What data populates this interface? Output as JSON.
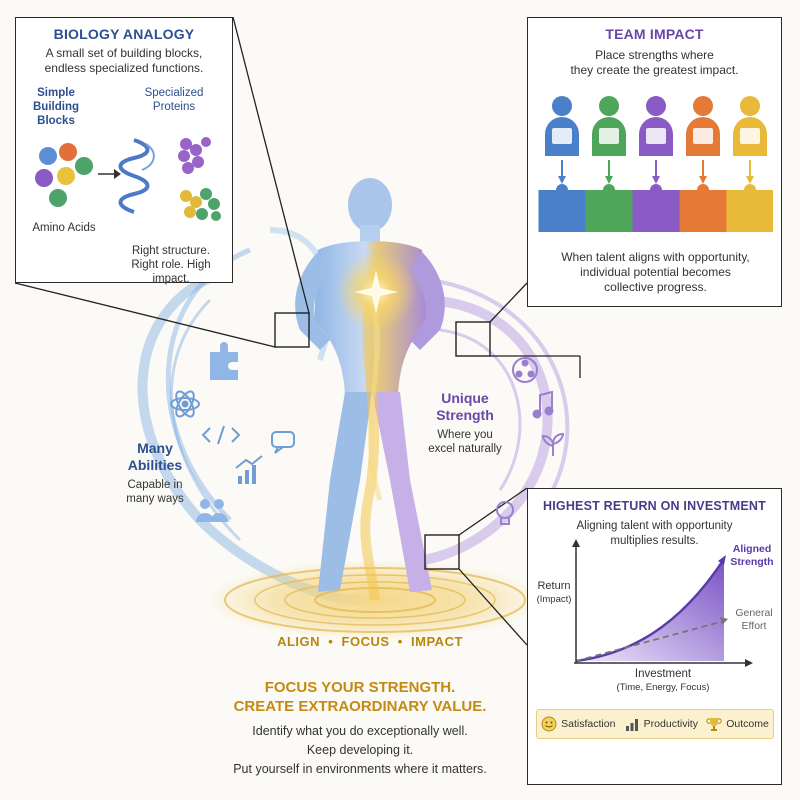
{
  "biology": {
    "title": "BIOLOGY ANALOGY",
    "subtitle_lines": [
      "A small set of building blocks,",
      "endless specialized functions."
    ],
    "left_label_lines": [
      "Simple",
      "Building",
      "Blocks"
    ],
    "right_label_lines": [
      "Specialized",
      "Proteins"
    ],
    "amino_label": "Amino Acids",
    "footer_lines": [
      "Right structure.",
      "Right role. High impact."
    ],
    "colors": [
      "#5b8fd6",
      "#e2703a",
      "#8a5bc4",
      "#e7c23a",
      "#4ea36b",
      "#4ea36b"
    ]
  },
  "team": {
    "title": "TEAM IMPACT",
    "subtitle_lines": [
      "Place strengths where",
      "they create the greatest impact."
    ],
    "members": [
      {
        "color": "#4a7fc9",
        "icon": "code-icon"
      },
      {
        "color": "#4ea65a",
        "icon": "plant-icon"
      },
      {
        "color": "#8a5bc4",
        "icon": "palette-icon"
      },
      {
        "color": "#e47a35",
        "icon": "chart-icon"
      },
      {
        "color": "#e9b93a",
        "icon": "people-icon"
      }
    ],
    "footer_lines": [
      "When talent aligns with opportunity,",
      "individual potential becomes",
      "collective progress."
    ]
  },
  "center": {
    "unique_title_lines": [
      "Unique",
      "Strength"
    ],
    "unique_desc_lines": [
      "Where you",
      "excel naturally"
    ],
    "many_title_lines": [
      "Many",
      "Abilities"
    ],
    "many_desc_lines": [
      "Capable in",
      "many ways"
    ],
    "align_text": "ALIGN  •  FOCUS  •  IMPACT",
    "headline_lines": [
      "FOCUS YOUR STRENGTH.",
      "CREATE EXTRAORDINARY VALUE."
    ],
    "body_lines": [
      "Identify what you do exceptionally well.",
      "Keep developing it.",
      "Put yourself in environments where it matters."
    ],
    "colors": {
      "headline": "#c48a12",
      "blue": "#2b4f8f",
      "purple": "#6a46a8"
    }
  },
  "roi": {
    "title": "HIGHEST RETURN ON INVESTMENT",
    "subtitle_lines": [
      "Aligning talent with opportunity",
      "multiplies results."
    ],
    "y_label": "Return",
    "y_sub": "(Impact)",
    "x_label": "Investment",
    "x_sub": "(Time, Energy, Focus)",
    "series": [
      {
        "name_lines": [
          "Aligned",
          "Strength"
        ],
        "color": "#6a46a8"
      },
      {
        "name_lines": [
          "General",
          "Effort"
        ],
        "color": "#777777"
      }
    ],
    "legend": [
      {
        "label": "Satisfaction",
        "icon": "smiley-icon"
      },
      {
        "label": "Productivity",
        "icon": "bar-chart-icon"
      },
      {
        "label": "Outcome",
        "icon": "trophy-icon"
      }
    ]
  }
}
